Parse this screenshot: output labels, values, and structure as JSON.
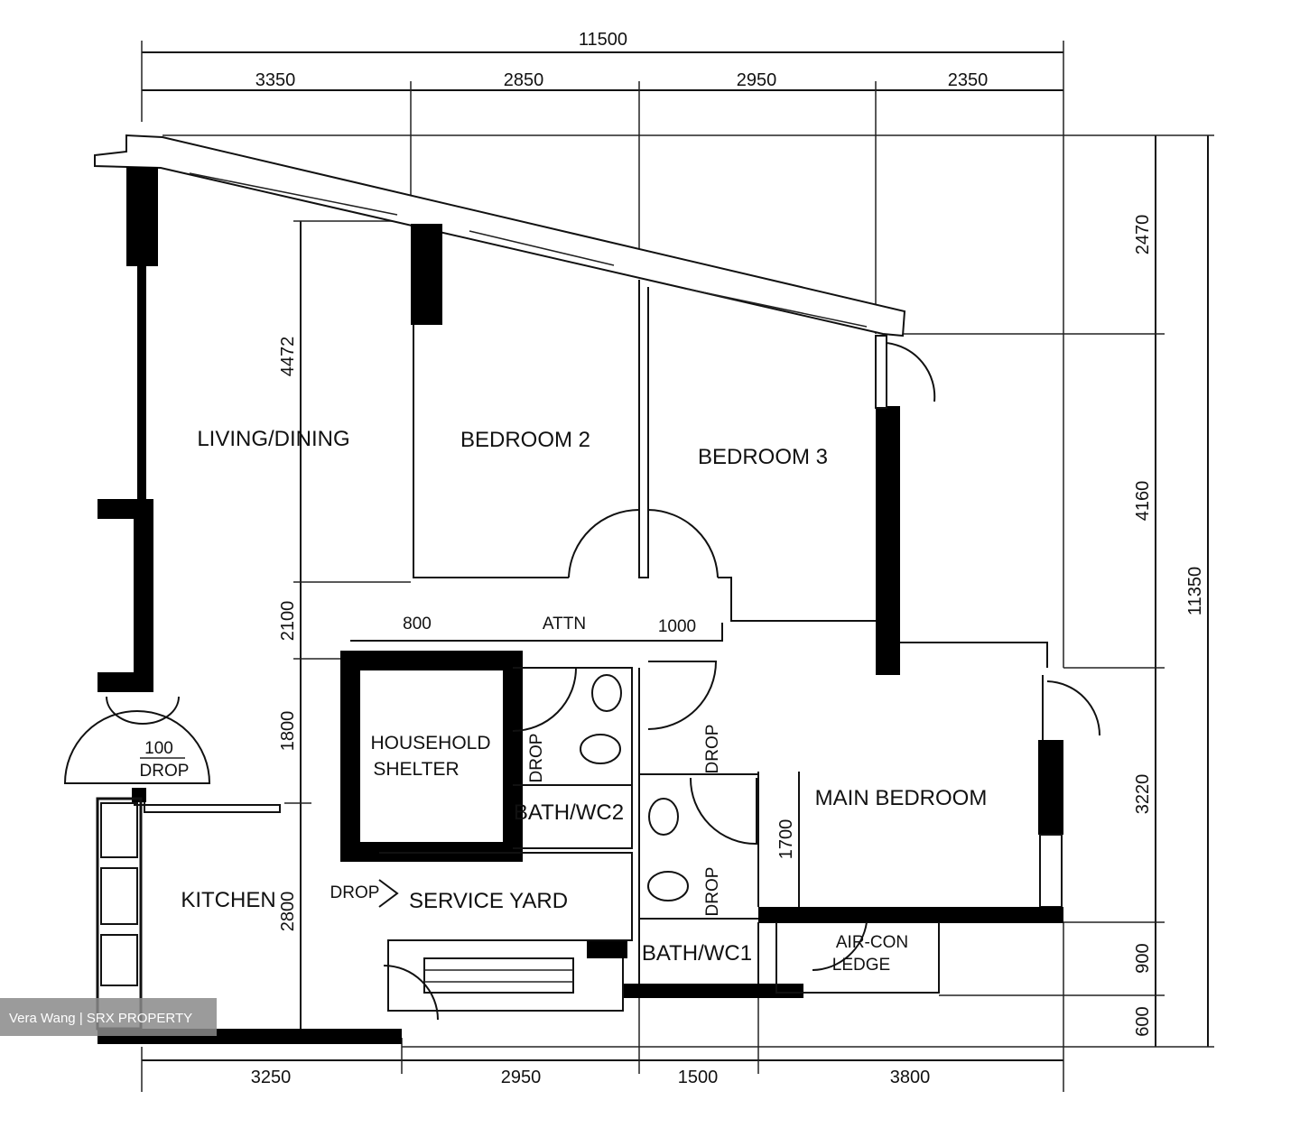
{
  "dimensions": {
    "top_total": "11500",
    "top": [
      "3350",
      "2850",
      "2950",
      "2350"
    ],
    "right": [
      "2470",
      "4160",
      "3220",
      "900",
      "600"
    ],
    "right_total": "11350",
    "bottom": [
      "3250",
      "2950",
      "1500",
      "3800"
    ],
    "inner_left": [
      "4472",
      "2100",
      "1800",
      "2800"
    ],
    "inner_main_bedroom": "1700",
    "corridor": [
      "800",
      "ATTN",
      "1000"
    ]
  },
  "rooms": {
    "living_dining": "LIVING/DINING",
    "bedroom_2": "BEDROOM 2",
    "bedroom_3": "BEDROOM 3",
    "household_shelter": [
      "HOUSEHOLD",
      "SHELTER"
    ],
    "bath_wc2": "BATH/WC2",
    "main_bedroom": "MAIN BEDROOM",
    "kitchen": "KITCHEN",
    "service_yard": "SERVICE YARD",
    "bath_wc1": "BATH/WC1",
    "aircon_ledge": [
      "AIR-CON",
      "LEDGE"
    ]
  },
  "annotations": {
    "drop_100": [
      "100",
      "DROP"
    ],
    "drop": "DROP"
  },
  "watermark": "Vera Wang | SRX PROPERTY"
}
